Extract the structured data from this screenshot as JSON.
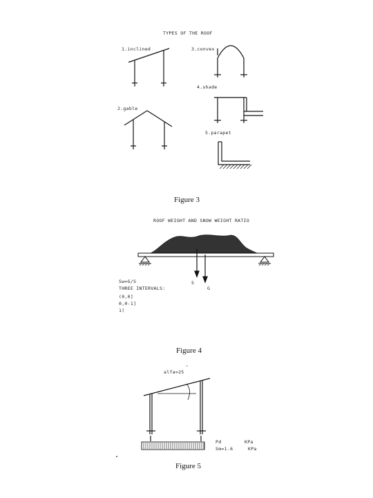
{
  "figure3": {
    "title": "TYPES OF THE ROOF",
    "labels": {
      "inclined": "1.inclined",
      "convex": "3.convex",
      "shade": "4.shade",
      "gable": "2.gable",
      "parapet": "5.parapet"
    },
    "caption": "Figure 3"
  },
  "figure4": {
    "title": "ROOF WEIGHT AND SNOW WEIGHT RATIO",
    "arrow_labels": {
      "s": "S",
      "g": "G"
    },
    "notes": [
      "Sw=G/S",
      "THREE INTERVALS:",
      "(0,0]",
      " 0,0-1]",
      " 1("
    ],
    "caption": "Figure 4"
  },
  "figure5": {
    "angle_label": "alfa=25",
    "values": [
      {
        "name": "Pd",
        "unit": "KPa"
      },
      {
        "name": "Sm=1.6",
        "unit": "KPa"
      }
    ],
    "caption": "Figure 5"
  }
}
